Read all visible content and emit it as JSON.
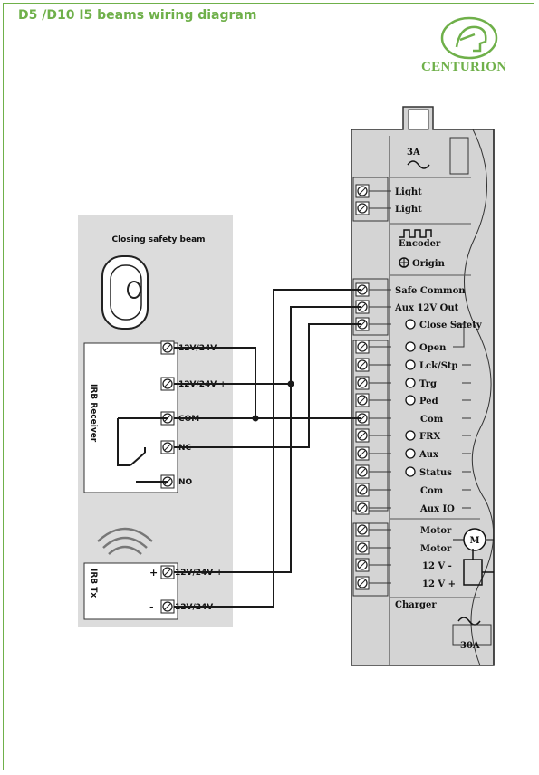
{
  "title": "D5 /D10 I5 beams wiring diagram",
  "brand": "CENTURION",
  "colors": {
    "accent": "#6fb04a",
    "panel": "#dcdcdc",
    "board": "#d4d4d4",
    "wire": "#1a1a1a"
  },
  "beam": {
    "heading": "Closing safety beam",
    "receiver_label": "IRB Receiver",
    "tx_label": "IRB Tx",
    "receiver_terminals": [
      "12V/24V -",
      "12V/24V +",
      "COM",
      "NC",
      "NO"
    ],
    "tx_terminals": [
      "12V/24V +",
      "12V/24V -"
    ],
    "tx_polarity": [
      "+",
      "-"
    ]
  },
  "controller": {
    "fuse_top": "3A",
    "fuse_bottom": "30A",
    "light": [
      "Light",
      "Light"
    ],
    "encoder": "Encoder",
    "origin": "Origin",
    "terminals": [
      "Safe Common",
      "Aux 12V Out"
    ],
    "close_safety": "Close Safety",
    "open": "Open",
    "inputs": [
      "Lck/Stp",
      "Trg",
      "Ped",
      "Com",
      "FRX",
      "Aux",
      "Status",
      "Com",
      "Aux IO"
    ],
    "motor": [
      "Motor",
      "Motor"
    ],
    "power": [
      "12 V -",
      "12 V +"
    ],
    "charger": "Charger",
    "motor_symbol": "M"
  }
}
